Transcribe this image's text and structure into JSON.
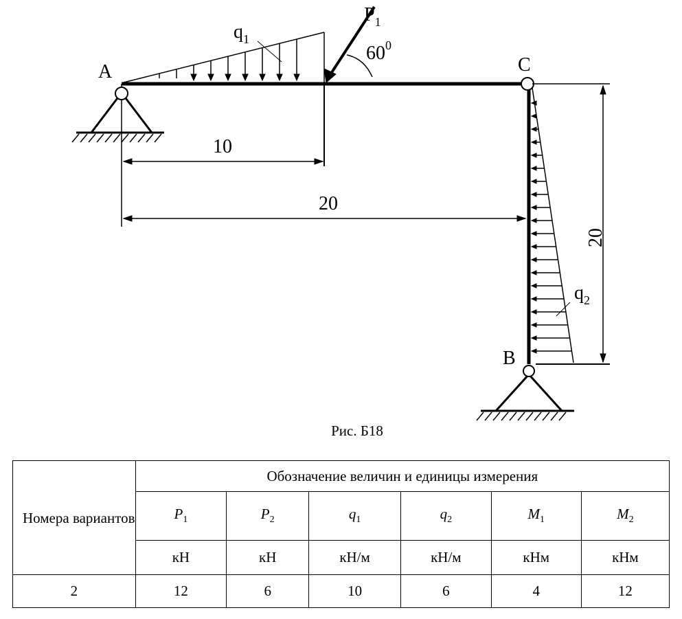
{
  "diagram": {
    "point_a": "A",
    "point_b": "B",
    "point_c": "C",
    "force_p1": {
      "base": "P",
      "sub": "1"
    },
    "load_q1": {
      "base": "q",
      "sub": "1"
    },
    "load_q2": {
      "base": "q",
      "sub": "2"
    },
    "angle": {
      "base": "60",
      "sup": "0"
    },
    "dim_10": "10",
    "dim_20_horizontal": "20",
    "dim_20_vertical": "20",
    "caption": "Рис. Б18"
  },
  "table": {
    "row_header": "Номера вариантов",
    "group_header": "Обозначение величин и единицы измерения",
    "columns": [
      {
        "sym": "P",
        "sub": "1",
        "unit": "кН",
        "value": "12"
      },
      {
        "sym": "P",
        "sub": "2",
        "unit": "кН",
        "value": "6"
      },
      {
        "sym": "q",
        "sub": "1",
        "unit": "кН/м",
        "value": "10"
      },
      {
        "sym": "q",
        "sub": "2",
        "unit": "кН/м",
        "value": "6"
      },
      {
        "sym": "M",
        "sub": "1",
        "unit": "кНм",
        "value": "4"
      },
      {
        "sym": "M",
        "sub": "2",
        "unit": "кНм",
        "value": "12"
      }
    ],
    "variant": "2"
  }
}
